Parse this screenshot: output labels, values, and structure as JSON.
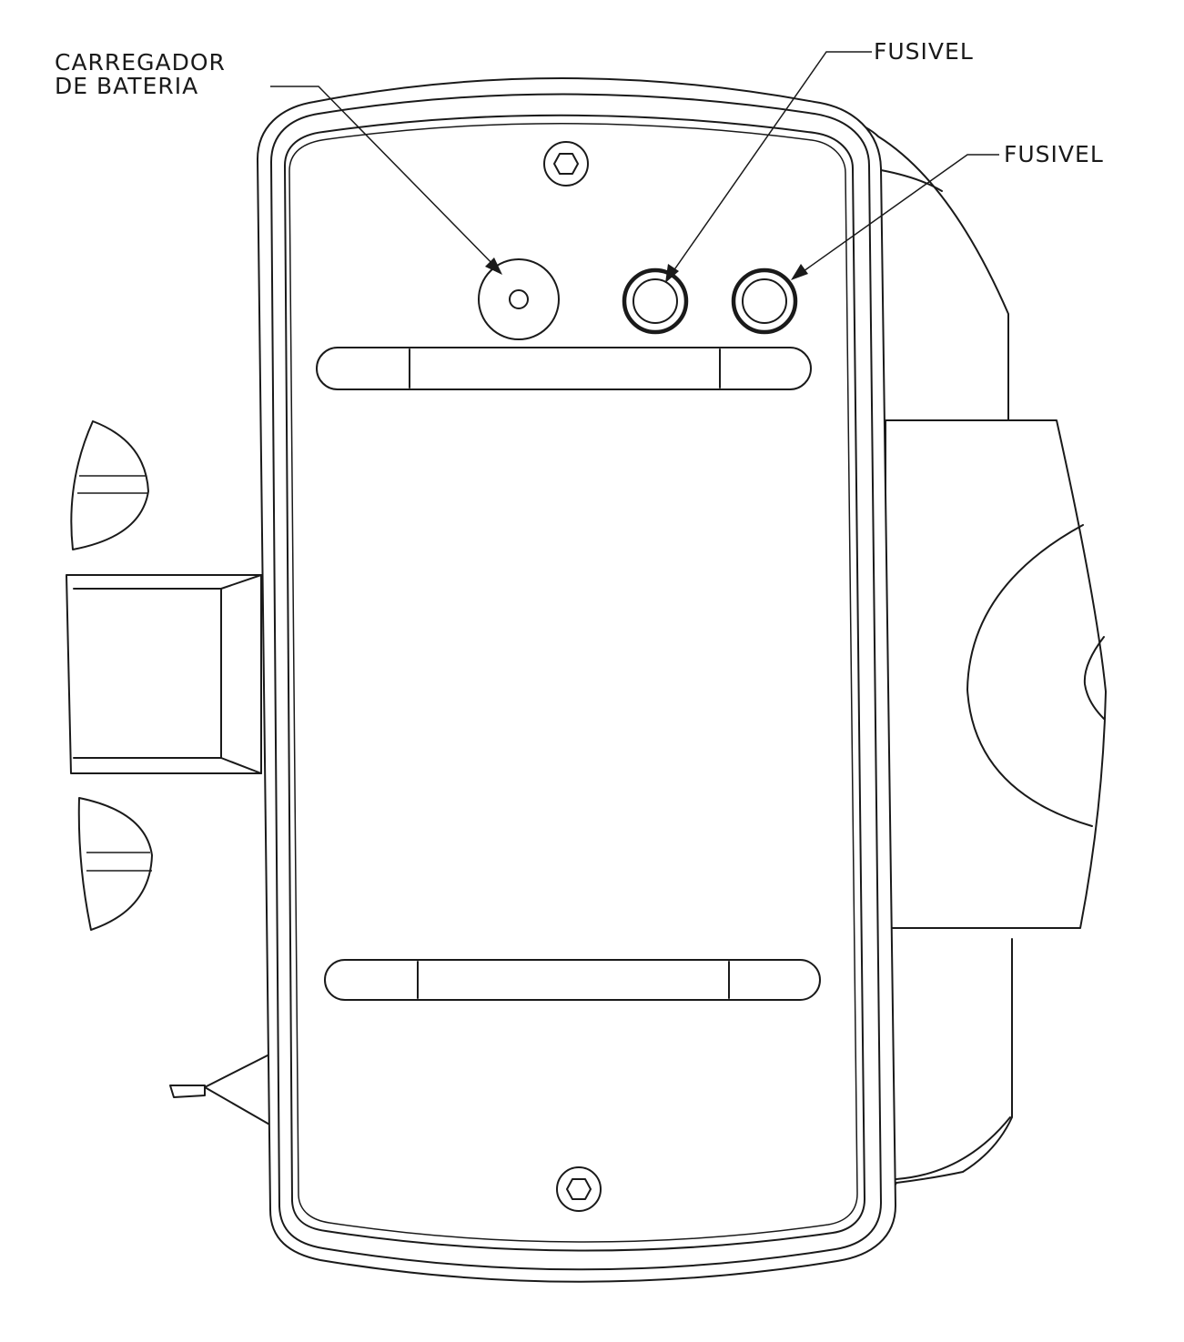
{
  "labels": {
    "charger_line1": "CARREGADOR",
    "charger_line2": "DE BATERIA",
    "fuse_top": "FUSIVEL",
    "fuse_right": "FUSIVEL"
  },
  "colors": {
    "line": "#1a1a1a",
    "background": "#ffffff"
  },
  "components": [
    {
      "id": "battery-charger",
      "label_key": "charger_line1"
    },
    {
      "id": "fuse-1",
      "label_key": "fuse_top"
    },
    {
      "id": "fuse-2",
      "label_key": "fuse_right"
    },
    {
      "id": "top-screw",
      "icon": "hex-screw-icon"
    },
    {
      "id": "bottom-screw",
      "icon": "hex-screw-icon"
    }
  ]
}
